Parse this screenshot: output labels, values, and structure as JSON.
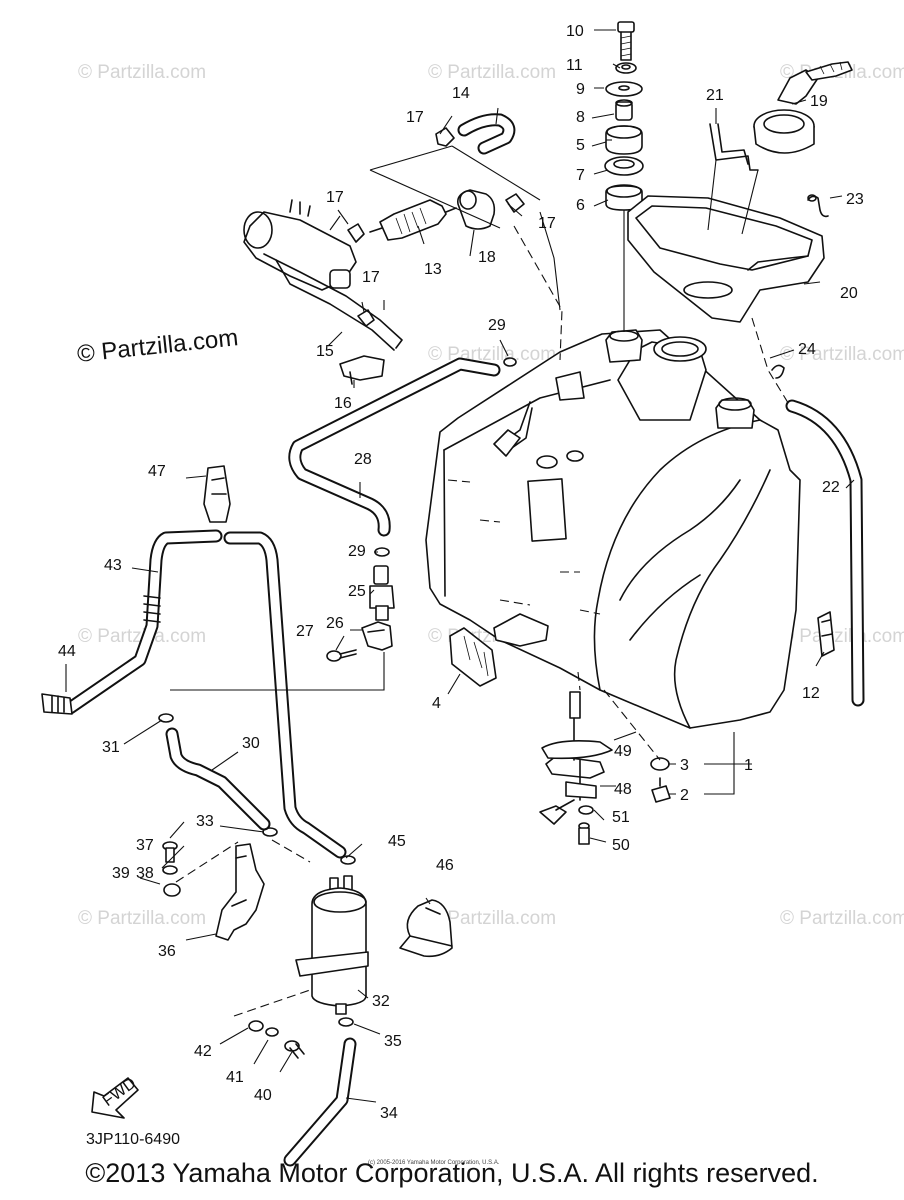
{
  "diagram": {
    "part_numbers": [
      "1",
      "2",
      "3",
      "4",
      "5",
      "6",
      "7",
      "8",
      "9",
      "10",
      "11",
      "12",
      "13",
      "14",
      "15",
      "16",
      "17",
      "17",
      "17",
      "17",
      "18",
      "19",
      "20",
      "21",
      "22",
      "23",
      "24",
      "25",
      "26",
      "27",
      "28",
      "29",
      "29",
      "30",
      "31",
      "32",
      "33",
      "34",
      "35",
      "36",
      "37",
      "38",
      "39",
      "40",
      "41",
      "42",
      "43",
      "44",
      "45",
      "46",
      "47",
      "48",
      "49",
      "50",
      "51"
    ],
    "drawing_code": "3JP110-6490",
    "fwd_label": "FWD",
    "watermarks": [
      "© Partzilla.com",
      "© Partzilla.com",
      "© Partzilla.com",
      "© Partzilla.com",
      "© Partzilla.com",
      "© Partzilla.com",
      "© Partzilla.com",
      "© Partzilla.com",
      "© Partzilla.com",
      "© Partzilla.com",
      "© Partzilla.com"
    ],
    "watermark_main": "© Partzilla.com",
    "copyright": "©2013 Yamaha Motor Corporation, U.S.A. All rights reserved.",
    "tiny_credit": "(c) 2005-2016 Yamaha Motor Corporation, U.S.A."
  }
}
